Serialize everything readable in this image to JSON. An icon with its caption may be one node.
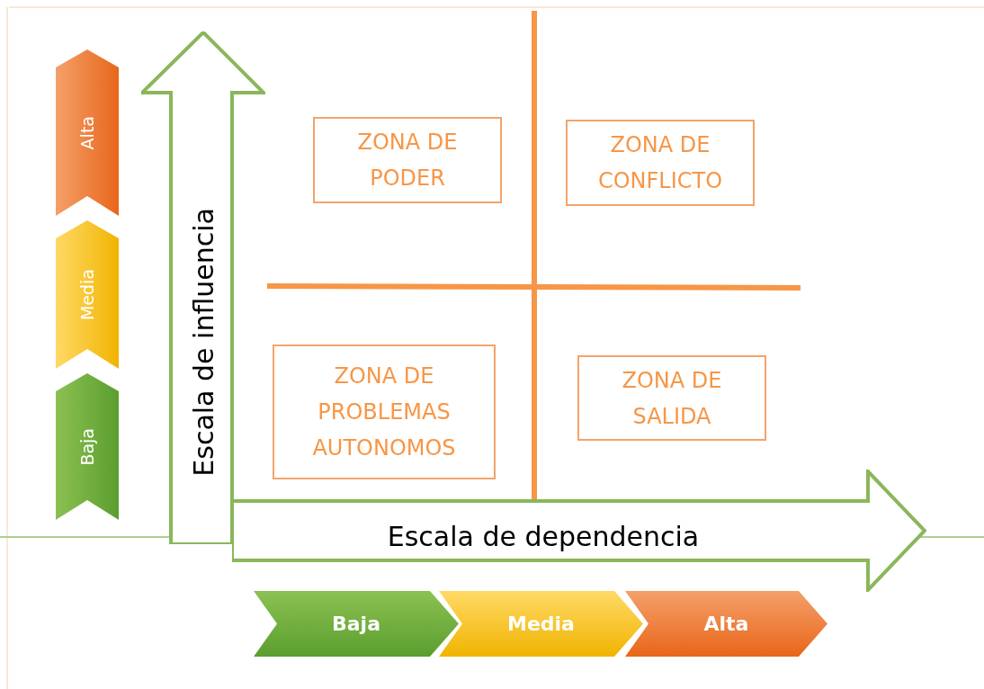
{
  "diagram": {
    "nodes": [
      {
        "text": [
          "Alta"
        ]
      },
      {
        "text": [
          "Media"
        ]
      },
      {
        "text": [
          "Baja"
        ]
      },
      {
        "text": [
          "Escala de influencia"
        ]
      },
      {
        "text": [
          "ZONA DE PODER"
        ]
      },
      {
        "text": [
          "ZONA DE CONFLICTO"
        ]
      },
      {
        "text": [
          "ZONA DE PROBLEMAS AUTONOMOS"
        ]
      },
      {
        "text": [
          "ZONA DE SALIDA"
        ]
      },
      {
        "text": [
          "Escala de dependencia"
        ]
      },
      {
        "text": [
          "Baja"
        ]
      },
      {
        "text": [
          "Media"
        ]
      },
      {
        "text": [
          "Alta"
        ]
      }
    ]
  }
}
